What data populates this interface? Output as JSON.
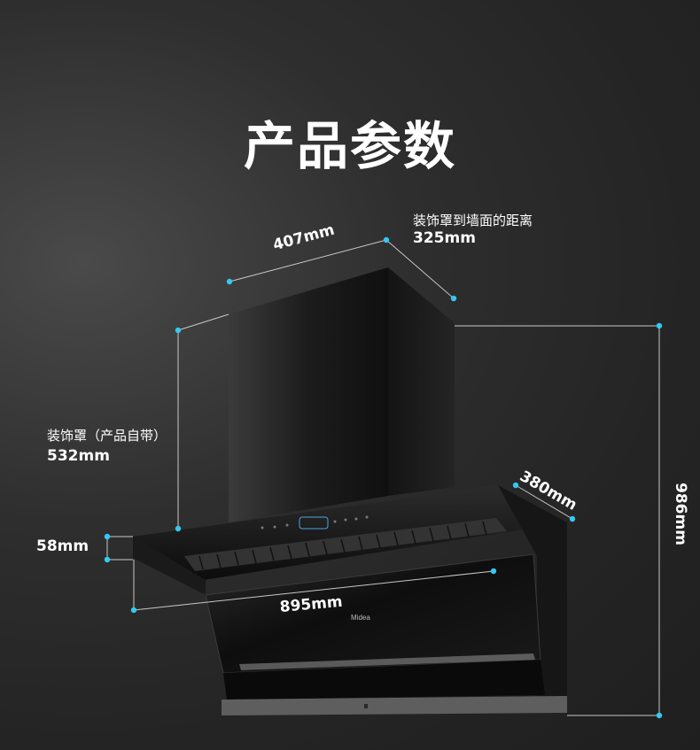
{
  "page": {
    "title": "产品参数"
  },
  "product": {
    "brand_logo": "Midea"
  },
  "dimensions": {
    "top_width": "407mm",
    "cover_to_wall_label": "装饰罩到墙面的距离",
    "cover_to_wall_value": "325mm",
    "cover_height_label": "装饰罩（产品自带）",
    "cover_height_value": "532mm",
    "panel_height": "58mm",
    "body_depth": "380mm",
    "body_width": "895mm",
    "total_height": "986mm"
  },
  "colors": {
    "accent": "#35c8f0",
    "line": "#c8c8c8"
  }
}
